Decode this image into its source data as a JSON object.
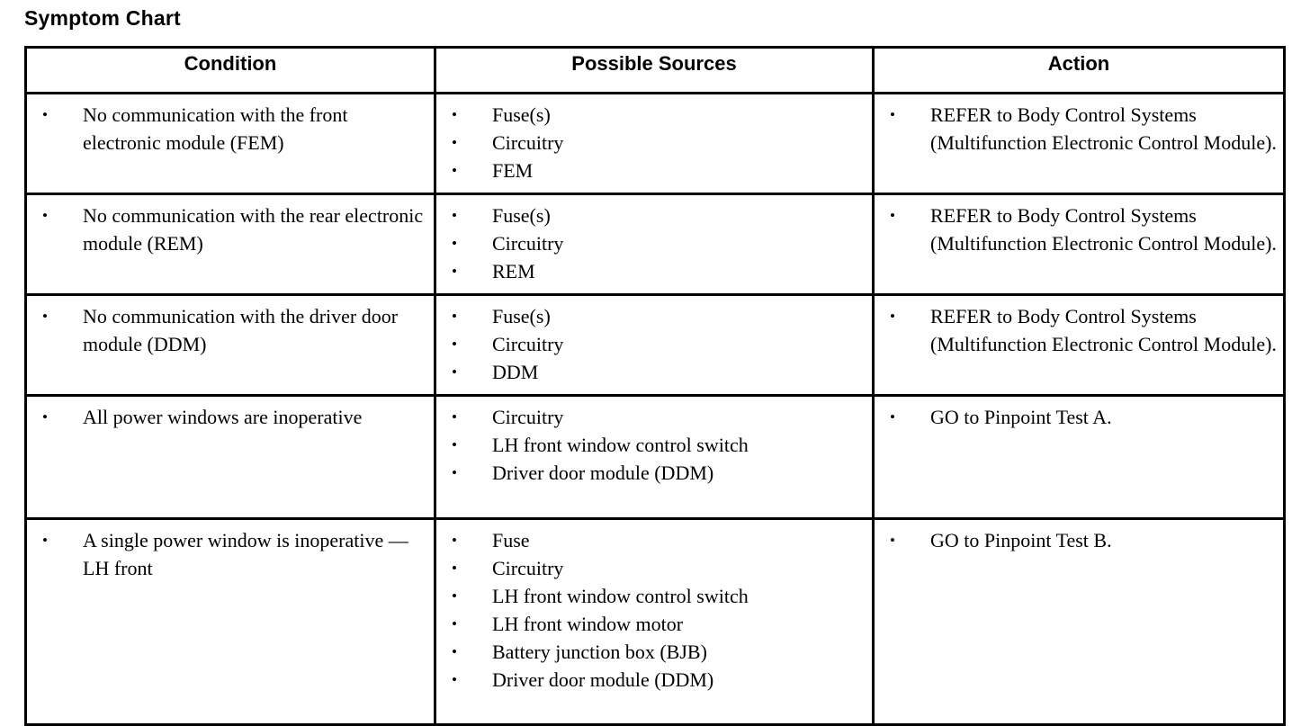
{
  "document": {
    "title": "Symptom Chart"
  },
  "table": {
    "columns": [
      {
        "key": "condition",
        "label": "Condition"
      },
      {
        "key": "sources",
        "label": "Possible Sources"
      },
      {
        "key": "action",
        "label": "Action"
      }
    ],
    "rows": [
      {
        "condition": [
          "No communication with the front electronic module (FEM)"
        ],
        "sources": [
          "Fuse(s)",
          "Circuitry",
          "FEM"
        ],
        "action": [
          "REFER to Body Control Systems (Multifunction Electronic Control Module)."
        ]
      },
      {
        "condition": [
          "No communication with the rear electronic module (REM)"
        ],
        "sources": [
          "Fuse(s)",
          "Circuitry",
          "REM"
        ],
        "action": [
          "REFER to Body Control Systems (Multifunction Electronic Control Module)."
        ]
      },
      {
        "condition": [
          "No communication with the driver door module (DDM)"
        ],
        "sources": [
          "Fuse(s)",
          "Circuitry",
          "DDM"
        ],
        "action": [
          "REFER to Body Control Systems (Multifunction Electronic Control Module)."
        ]
      },
      {
        "condition": [
          "All power windows are inoperative"
        ],
        "sources": [
          "Circuitry",
          "LH front window control switch",
          "Driver door module (DDM)"
        ],
        "action": [
          "GO to Pinpoint Test A."
        ]
      },
      {
        "condition": [
          "A single power window is inoperative — LH front"
        ],
        "sources": [
          "Fuse",
          "Circuitry",
          "LH front window control switch",
          "LH front window motor",
          "Battery junction box (BJB)",
          "Driver door module (DDM)"
        ],
        "action": [
          "GO to Pinpoint Test B."
        ]
      }
    ]
  },
  "style": {
    "text_color": "#000000",
    "background_color": "#ffffff",
    "border_color": "#000000"
  }
}
